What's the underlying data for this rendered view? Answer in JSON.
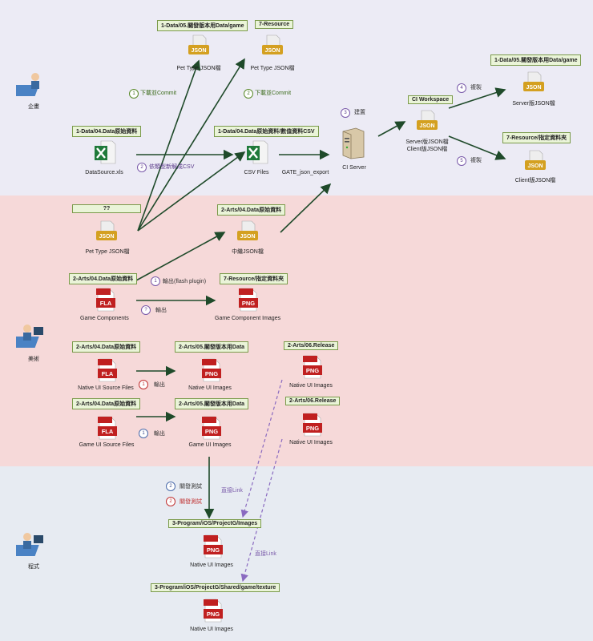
{
  "roles": {
    "planner": "企畫",
    "artist": "美術",
    "programmer": "程式"
  },
  "labels": {
    "top_data_game": "1-Data/05.關發版本用Data/game",
    "top_resource": "7-Resource",
    "data_source": "1-Data/04.Data原始資料",
    "data_csv": "1-Data/04.Data原始資料/數值資料CSV",
    "ci_workspace": "CI Workspace",
    "right_data_game": "1-Data/05.關發版本用Data/game",
    "right_resource": "7-Resource/指定資料夾",
    "unknown": "??",
    "arts_data": "2-Arts/04.Data原始資料",
    "arts_src1": "2-Arts/04.Data原始資料",
    "resource_folder": "7-Resource/指定資料夾",
    "arts_src2": "2-Arts/04.Data原始資料",
    "arts_native": "2-Arts/05.關發版本用Data",
    "arts_release1": "2-Arts/06.Release",
    "arts_src3": "2-Arts/04.Data原始資料",
    "arts_game": "2-Arts/05.關發版本用Data",
    "arts_release2": "2-Arts/06.Release",
    "prog_images": "3-Program/iOS/ProjectG/Images",
    "prog_texture": "3-Program/iOS/ProjectG/Shared/game/texture"
  },
  "captions": {
    "pet1": "Pet Type JSON檔",
    "pet2": "Pet Type JSON檔",
    "datasource": "DataSource.xls",
    "csv": "CSV Files",
    "gate": "GATE_json_export",
    "ci": "CI Server",
    "server_client": "Server版JSON檔",
    "server_client2": "Client版JSON檔",
    "server_json": "Server版JSON檔",
    "client_json": "Client版JSON檔",
    "pet3": "Pet Type JSON檔",
    "mid_json": "中繼JSON檔",
    "game_comp": "Game Components",
    "game_comp_img": "Game Component Images",
    "native_src": "Native UI Source Files",
    "native_img1": "Native UI Images",
    "native_img2": "Native UI Images",
    "native_img3": "Native UI Images",
    "game_ui_src": "Game UI Source Files",
    "game_ui_img": "Game UI Images",
    "prog_native": "Native UI Images",
    "prog_native2": "Native UI Images"
  },
  "icons": {
    "json": "JSON",
    "png": "PNG",
    "fla": "FLA"
  },
  "steps": {
    "s1_commit": "下載並Commit",
    "s2_commit": "下載並Commit",
    "s2_parse": "依類型新解成CSV",
    "s3_build": "建置",
    "s4_copy": "複製",
    "s5_copy": "複製",
    "flash_export": "輸出(flash plugin)",
    "q_export": "輸出",
    "r1_export": "輸出",
    "b1_export": "輸出",
    "dev_test1": "關發測試",
    "dev_test2": "關發測試",
    "link1": "直接Link",
    "link2": "直接Link"
  },
  "step_nums": {
    "one": "1",
    "two": "2",
    "three": "3",
    "four": "4",
    "five": "5",
    "q": "?"
  }
}
